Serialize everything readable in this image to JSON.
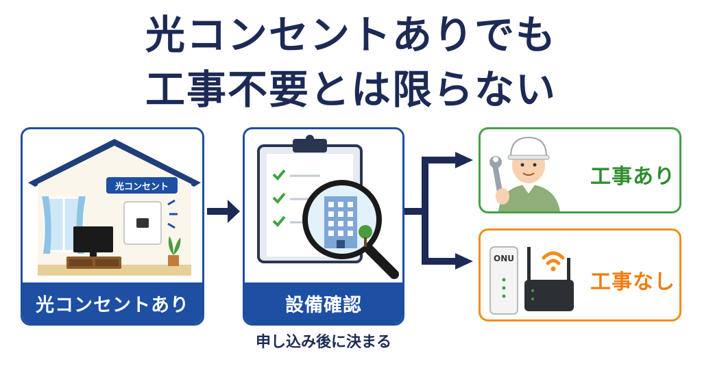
{
  "title": {
    "line1": "光コンセントありでも",
    "line2": "工事不要とは限らない"
  },
  "cards": {
    "house": {
      "label": "光コンセントあり",
      "wall_tag": "光コンセント"
    },
    "check": {
      "label": "設備確認"
    }
  },
  "caption": "申し込み後に決まる",
  "results": {
    "with_work": {
      "label": "工事あり"
    },
    "no_work": {
      "label": "工事なし",
      "device_label": "ONU"
    }
  },
  "colors": {
    "navy": "#1c2a55",
    "blue": "#1d4fa3",
    "green": "#43a047",
    "orange": "#f08c1e"
  }
}
